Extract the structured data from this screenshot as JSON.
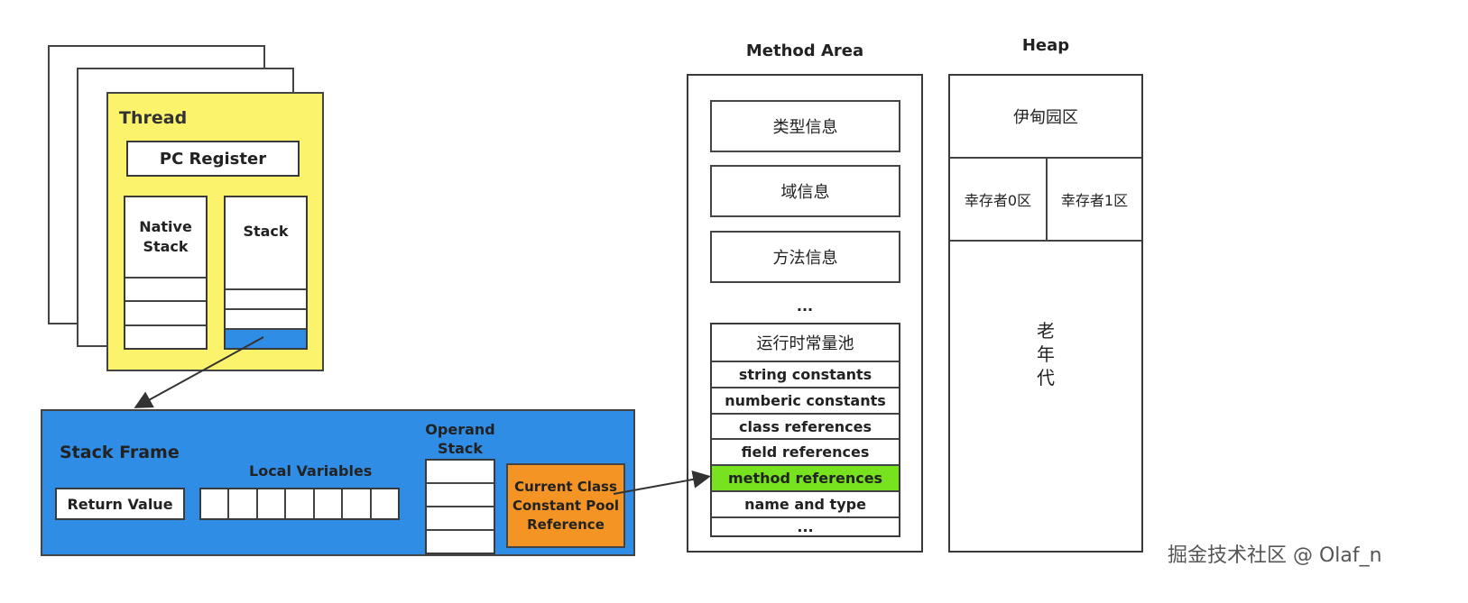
{
  "thread": {
    "title": "Thread",
    "pc_register": "PC Register",
    "native_stack": "Native\nStack",
    "stack": "Stack"
  },
  "stack_frame": {
    "title": "Stack Frame",
    "return_value": "Return Value",
    "local_variables": "Local Variables",
    "operand_stack": "Operand\nStack",
    "cp_reference": "Current Class\nConstant Pool\nReference"
  },
  "method_area": {
    "title": "Method Area",
    "rows": [
      "类型信息",
      "域信息",
      "方法信息"
    ],
    "ellipsis": "...",
    "runtime_pool_title": "运行时常量池",
    "pool_rows": [
      "string constants",
      "numberic constants",
      "class references",
      "field references",
      "method references",
      "name and type",
      "..."
    ]
  },
  "heap": {
    "title": "Heap",
    "eden": "伊甸园区",
    "survivor0": "幸存者0区",
    "survivor1": "幸存者1区",
    "old_gen": "老\n年\n代"
  },
  "colors": {
    "thread_bg": "#fbf36b",
    "frame_bg": "#2f8de6",
    "highlight_green": "#77e31e",
    "orange": "#f39424"
  },
  "watermark": "掘金技术社区 @ Olaf_n"
}
